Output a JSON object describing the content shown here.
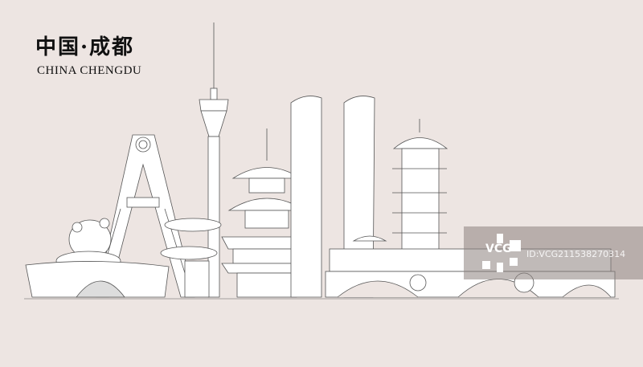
{
  "title": {
    "chinese": "中国·成都",
    "english": "CHINA CHENGDU"
  },
  "colors": {
    "background": "#ede5e2",
    "line": "#555555",
    "fill": "#ffffff",
    "watermark_band": "#8c827e"
  },
  "watermark": {
    "brand": "VCG",
    "id": "ID:VCG211538270314"
  },
  "landmarks": [
    "panda-sculpture",
    "arch-bridge-tower",
    "tv-tower",
    "pagoda",
    "twin-towers",
    "tall-pagoda",
    "covered-bridge"
  ]
}
